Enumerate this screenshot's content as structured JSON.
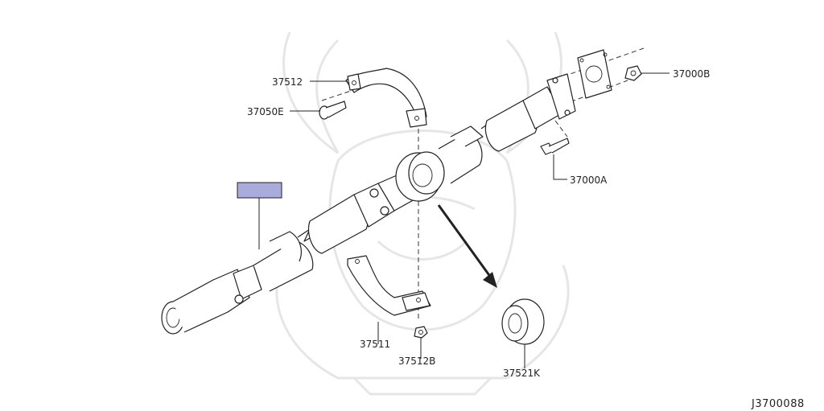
{
  "diagram_code": "J3700088",
  "callouts": {
    "c37512": "37512",
    "c37050e": "37050E",
    "c37000b": "37000B",
    "c37000a": "37000A",
    "c37511": "37511",
    "c37512b": "37512B",
    "c37521k": "37521K"
  },
  "colors": {
    "highlight_box": "#a9abdb",
    "ink": "#222222"
  },
  "watermark_icon": "samurai-helmet-logo"
}
